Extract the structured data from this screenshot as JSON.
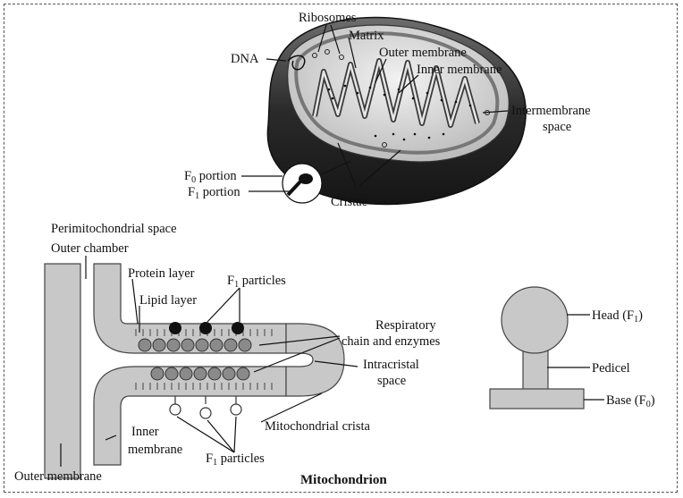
{
  "title": "Mitochondrion",
  "top_labels": {
    "ribosomes": "Ribosomes",
    "matrix": "Matrix",
    "dna": "DNA",
    "outer_membrane": "Outer membrane",
    "inner_membrane": "Inner membrane",
    "intermembrane_1": "Intermembrane",
    "intermembrane_2": "space",
    "f0_portion": "F",
    "f0_sub": "0",
    "f0_rest": " portion",
    "f1_portion": "F",
    "f1_sub": "1",
    "f1_rest": " portion",
    "cristae": "Cristae"
  },
  "crista_labels": {
    "perimito": "Perimitochondrial space",
    "outer_chamber": "Outer chamber",
    "protein_layer": "Protein layer",
    "lipid_layer": "Lipid layer",
    "f1_particles_top": "F",
    "f1_particles_top_sub": "1",
    "f1_particles_top_rest": " particles",
    "respiratory_1": "Respiratory",
    "respiratory_2": "chain and enzymes",
    "intracristal_1": "Intracristal",
    "intracristal_2": "space",
    "mito_crista": "Mitochondrial crista",
    "inner_membrane_1": "Inner",
    "inner_membrane_2": "membrane",
    "f1_particles_bottom": "F",
    "f1_particles_bottom_sub": "1",
    "f1_particles_bottom_rest": " particles",
    "outer_membrane": "Outer membrane"
  },
  "particle_labels": {
    "head": "Head (F",
    "head_sub": "1",
    "head_end": ")",
    "pedicel": "Pedicel",
    "base": "Base (F",
    "base_sub": "0",
    "base_end": ")"
  },
  "colors": {
    "membrane_fill": "#c8c8c8",
    "membrane_stroke": "#444444",
    "enzyme_fill": "#8a8a8a",
    "particle_fill": "#111111",
    "organelle_dark": "#2e2e2e"
  }
}
